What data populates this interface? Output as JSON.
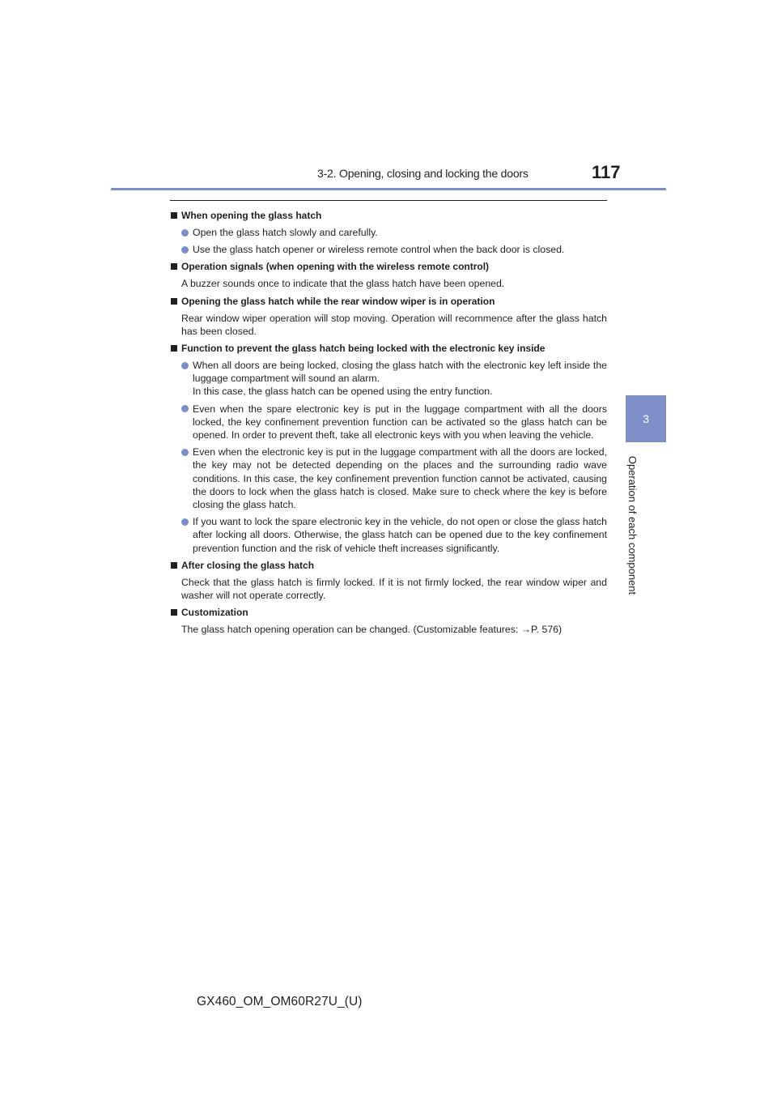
{
  "header": {
    "section_title": "3-2. Opening, closing and locking the doors",
    "page_number": "117"
  },
  "side_tab": {
    "chapter_number": "3",
    "chapter_title": "Operation of each component",
    "tab_color": "#7e8fc7"
  },
  "sections": [
    {
      "heading": "When opening the glass hatch",
      "bullets": [
        "Open the glass hatch slowly and carefully.",
        "Use the glass hatch opener or wireless remote control when the back door is closed."
      ]
    },
    {
      "heading": "Operation signals (when opening with the wireless remote control)",
      "text": "A buzzer sounds once to indicate that the glass hatch have been opened."
    },
    {
      "heading": "Opening the glass hatch while the rear window wiper is in operation",
      "text": "Rear window wiper operation will stop moving. Operation will recommence after the glass hatch has been closed."
    },
    {
      "heading": "Function to prevent the glass hatch being locked with the electronic key inside",
      "bullets": [
        "When all doors are being locked, closing the glass hatch with the electronic key left inside the luggage compartment will sound an alarm.",
        "Even when the spare electronic key is put in the luggage compartment with all the doors locked, the key confinement prevention function can be activated so the glass hatch can be opened. In order to prevent theft, take all electronic keys with you when leaving the vehicle.",
        "Even when the electronic key is put in the luggage compartment with all the doors are locked, the key may not be detected depending on the places and the surrounding radio wave conditions. In this case, the key confinement prevention function cannot be activated, causing the doors to lock when the glass hatch is closed. Make sure to check where the key is before closing the glass hatch.",
        "If you want to lock the spare electronic key in the vehicle, do not open or close the glass hatch after locking all doors. Otherwise, the glass hatch can be opened due to the key confinement prevention function and the risk of vehicle theft increases significantly."
      ],
      "bullet1_note": "In this case, the glass hatch can be opened using the entry function."
    },
    {
      "heading": "After closing the glass hatch",
      "text": "Check that the glass hatch is firmly locked. If it is not firmly locked, the rear window wiper and washer will not operate correctly."
    },
    {
      "heading": "Customization",
      "text": "The glass hatch opening operation can be changed. (Customizable features: ",
      "ref_arrow": "→",
      "ref_page": "P. 576)"
    }
  ],
  "footer": {
    "document_code": "GX460_OM_OM60R27U_(U)"
  }
}
